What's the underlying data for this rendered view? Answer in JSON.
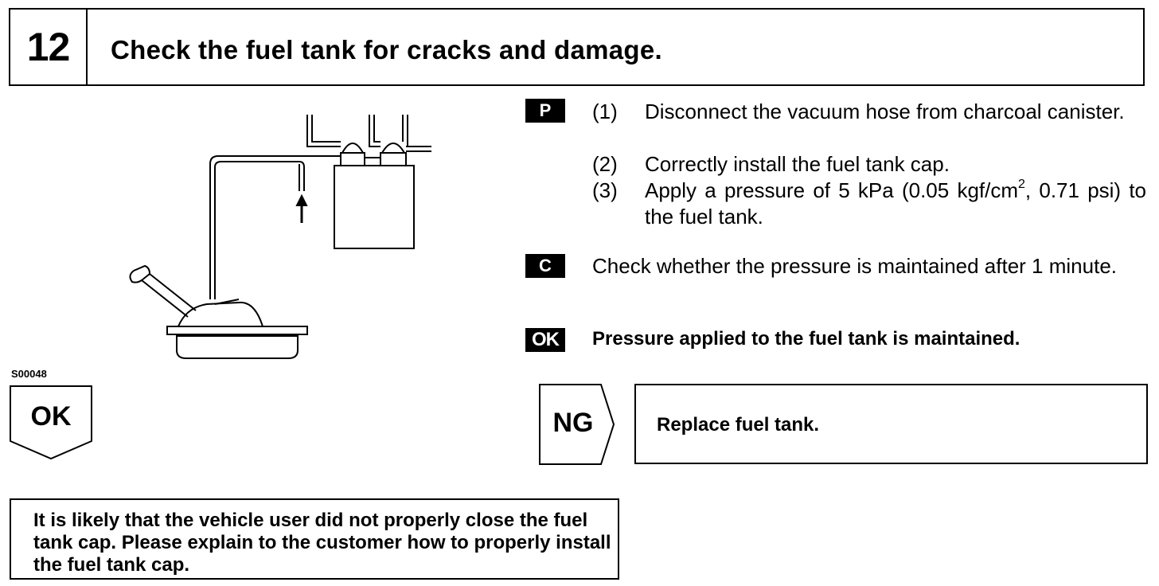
{
  "header": {
    "step_number": "12",
    "title": "Check the fuel tank for cracks and damage."
  },
  "figure": {
    "code": "S00048"
  },
  "prepare": {
    "badge": "P",
    "steps": [
      {
        "num": "(1)",
        "text": "Disconnect the vacuum hose from charcoal canister."
      },
      {
        "num": "(2)",
        "text": "Correctly install the fuel tank cap."
      },
      {
        "num": "(3)",
        "text_before": "Apply a pressure of 5 kPa (0.05 kgf/cm",
        "superscript": "2",
        "text_after": ", 0.71 psi) to the fuel tank."
      }
    ]
  },
  "check": {
    "badge": "C",
    "text": "Check whether the pressure is maintained after 1 minute."
  },
  "ok_result": {
    "badge": "OK",
    "text": "Pressure applied to the fuel tank is maintained."
  },
  "ok_flag": {
    "label": "OK"
  },
  "ng": {
    "label": "NG",
    "action": "Replace fuel tank."
  },
  "note": {
    "text": "It is likely that the vehicle user did not properly close the fuel tank cap. Please explain to the customer how to properly install the fuel tank cap."
  }
}
